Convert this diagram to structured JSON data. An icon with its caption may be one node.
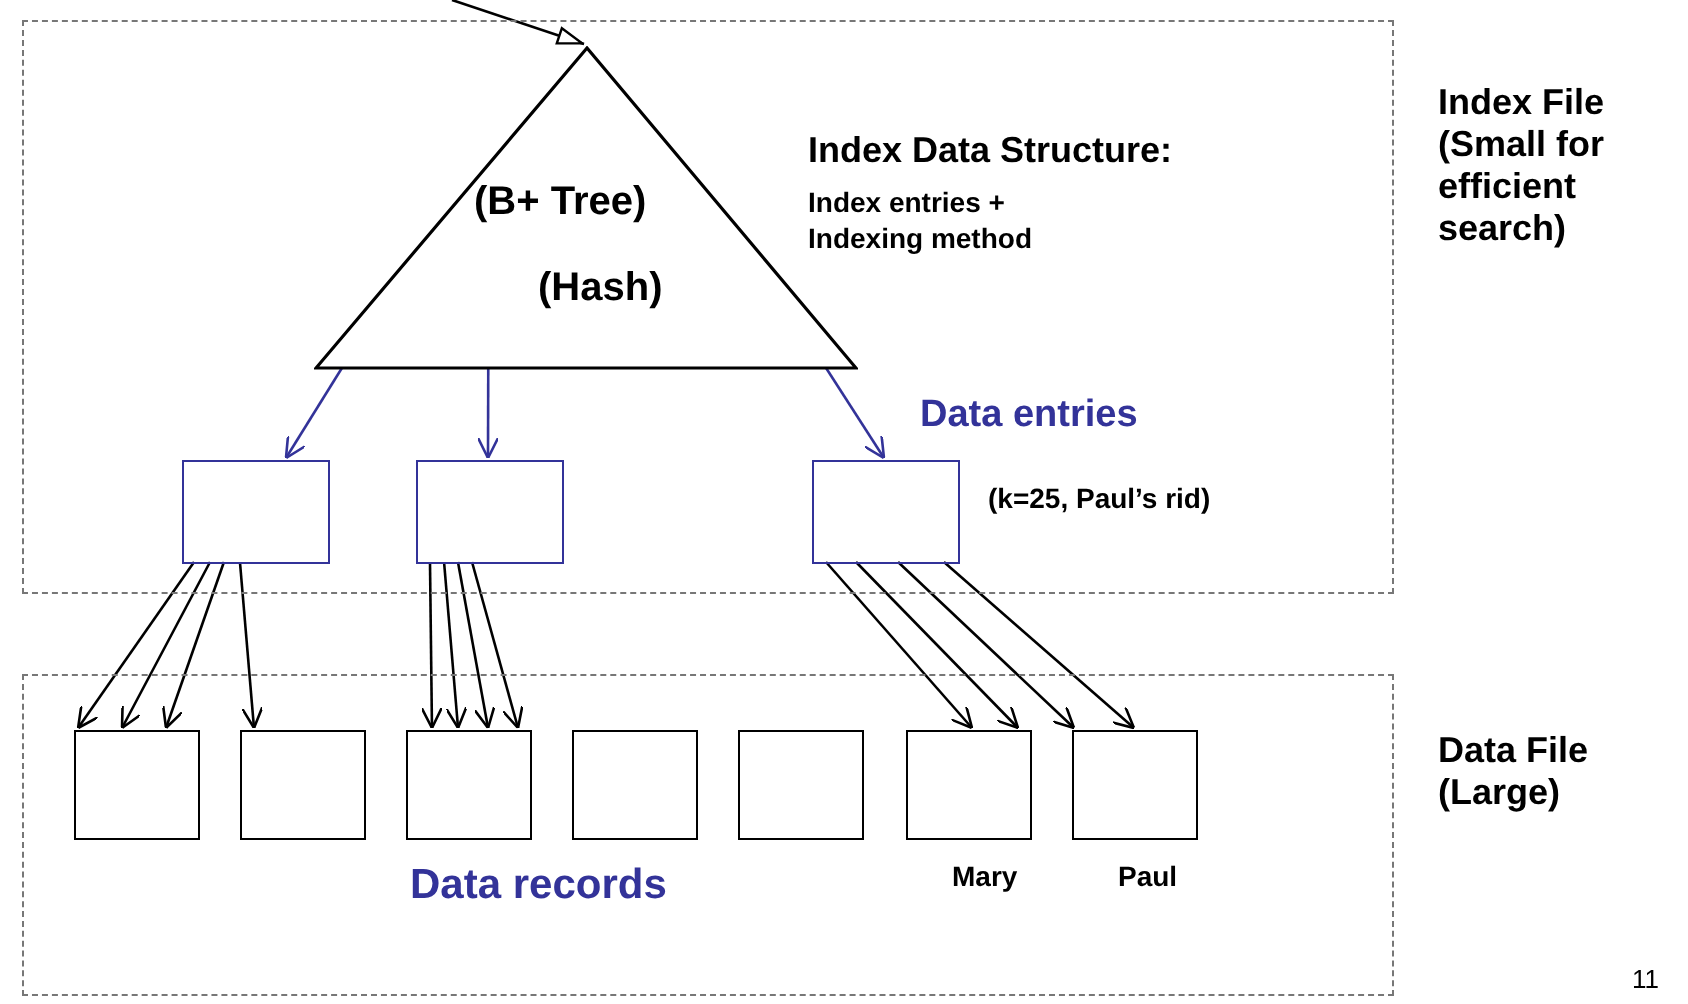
{
  "diagram": {
    "nodes": [
      {
        "text": [
          "Index File (Small for efficient search)"
        ]
      },
      {
        "text": [
          "(B+ Tree)",
          "(Hash)"
        ],
        "in": 0
      },
      {
        "text": [],
        "shape": "box",
        "in": 0
      },
      {
        "text": [],
        "shape": "box",
        "in": 0
      },
      {
        "text": [],
        "shape": "box",
        "in": 0
      },
      {
        "text": [
          "Data File (Large)"
        ]
      },
      {
        "text": [],
        "shape": "box",
        "in": 5
      },
      {
        "text": [],
        "shape": "box",
        "in": 5
      },
      {
        "text": [],
        "shape": "box",
        "in": 5
      },
      {
        "text": [],
        "shape": "box",
        "in": 5
      },
      {
        "text": [],
        "shape": "box",
        "in": 5
      },
      {
        "text": [],
        "shape": "box",
        "in": 5,
        "beside": [
          "Mary"
        ]
      },
      {
        "text": [],
        "shape": "box",
        "in": 5,
        "beside": [
          "Paul"
        ]
      }
    ],
    "edges": [
      {
        "from": null,
        "to": 1,
        "arrow": "to"
      },
      {
        "from": 1,
        "to": 2,
        "arrow": "to",
        "color": "#333399"
      },
      {
        "from": 1,
        "to": 3,
        "arrow": "to",
        "color": "#333399"
      },
      {
        "from": 1,
        "to": 4,
        "arrow": "to",
        "color": "#333399"
      },
      {
        "from": 2,
        "to": 6,
        "arrow": "to"
      },
      {
        "from": 2,
        "to": 6,
        "arrow": "to"
      },
      {
        "from": 2,
        "to": 6,
        "arrow": "to"
      },
      {
        "from": 2,
        "to": 7,
        "arrow": "to"
      },
      {
        "from": 3,
        "to": 8,
        "arrow": "to"
      },
      {
        "from": 3,
        "to": 8,
        "arrow": "to"
      },
      {
        "from": 3,
        "to": 8,
        "arrow": "to"
      },
      {
        "from": 3,
        "to": 8,
        "arrow": "to"
      },
      {
        "from": 4,
        "to": 11,
        "arrow": "to"
      },
      {
        "from": 4,
        "to": 11,
        "arrow": "to"
      },
      {
        "from": 4,
        "to": 12,
        "arrow": "to"
      },
      {
        "from": 4,
        "to": 12,
        "arrow": "to"
      }
    ],
    "labels": [
      "Index Data Structure:",
      "Index entries + Indexing method",
      "Data entries",
      "(k=25, Paul’s rid)",
      "Data records",
      "11"
    ]
  }
}
